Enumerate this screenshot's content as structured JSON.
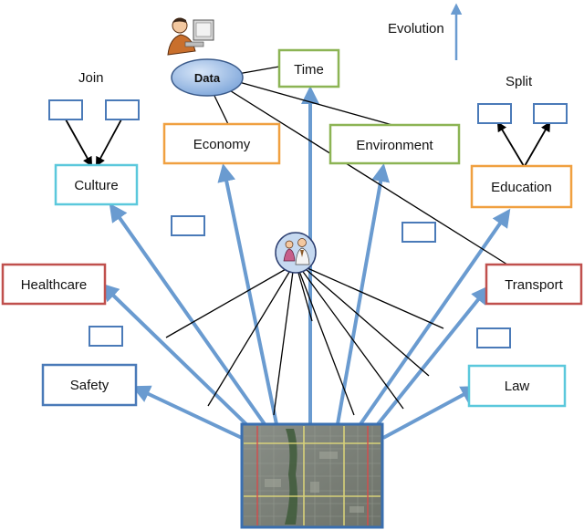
{
  "labels": {
    "evolution": "Evolution",
    "join": "Join",
    "split": "Split",
    "data": "Data"
  },
  "boxes": {
    "time": "Time",
    "economy": "Economy",
    "environment": "Environment",
    "culture": "Culture",
    "education": "Education",
    "healthcare": "Healthcare",
    "transport": "Transport",
    "safety": "Safety",
    "law": "Law"
  },
  "icons": {
    "data_person": "person-at-computer-icon",
    "people": "people-group-icon",
    "city_map": "city-satellite-map"
  },
  "colors": {
    "arrow": "#6a9bd0",
    "green": "#8cb454",
    "orange": "#f0a040",
    "cyan": "#5bc8dc",
    "red": "#c0504d",
    "blue": "#4a7ab8",
    "ellipse": "#8cb0e0"
  }
}
